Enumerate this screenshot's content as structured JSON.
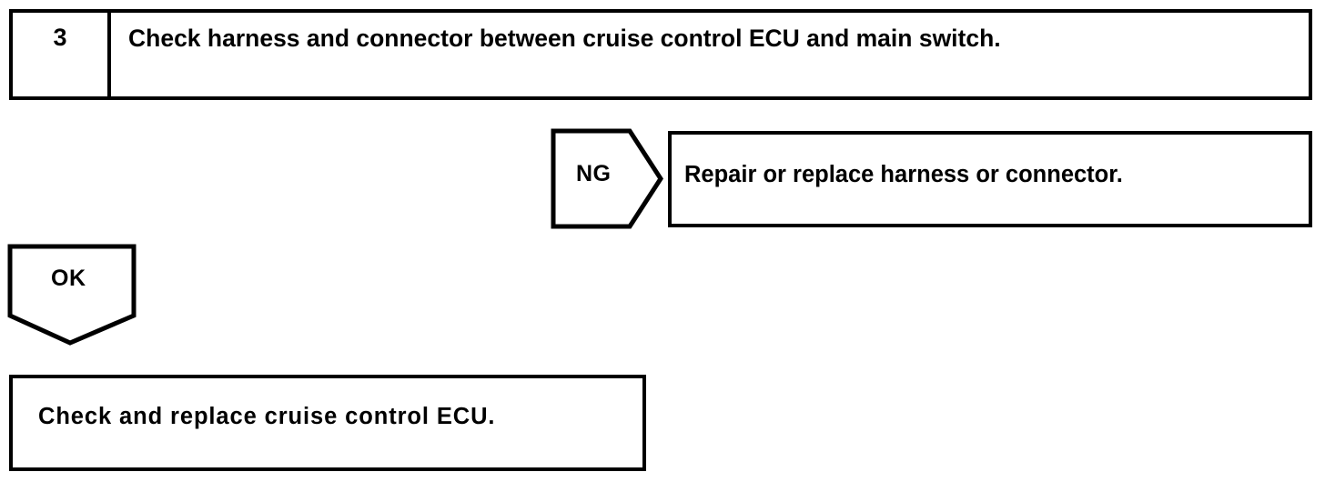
{
  "diagram": {
    "type": "troubleshooting-flowchart",
    "colors": {
      "stroke": "#000000",
      "background": "#ffffff",
      "text": "#000000"
    },
    "step": {
      "number": "3",
      "instruction": "Check harness and connector between cruise control ECU and main switch."
    },
    "branches": [
      {
        "result_label": "NG",
        "outcome_text": "Repair or replace harness or connector."
      },
      {
        "result_label": "OK",
        "outcome_text": "Check and replace cruise control ECU."
      }
    ],
    "ng_branch": {
      "label": "NG",
      "outcome": "Repair or replace harness or connector."
    },
    "ok_branch": {
      "label": "OK",
      "outcome": "Check and replace cruise control ECU."
    }
  }
}
